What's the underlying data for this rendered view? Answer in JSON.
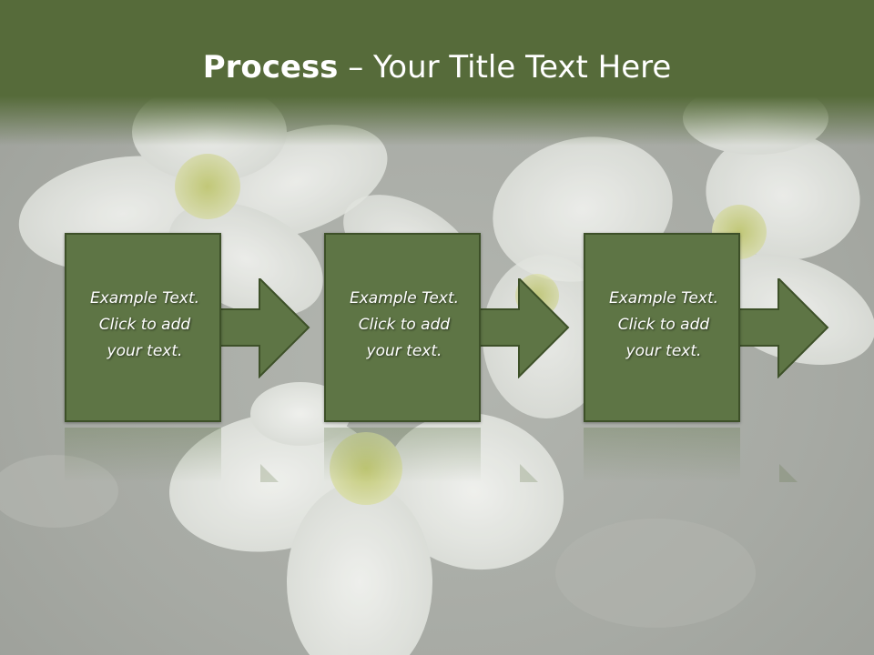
{
  "slide": {
    "title_bold": "Process",
    "title_rest": " – Your Title Text Here"
  },
  "steps": [
    {
      "line1": "Example Text.",
      "line2": "Click  to add",
      "line3": "your text."
    },
    {
      "line1": "Example Text.",
      "line2": "Click  to add",
      "line3": "your text."
    },
    {
      "line1": "Example Text.",
      "line2": "Click  to add",
      "line3": "your text."
    }
  ],
  "colors": {
    "title_band": "#566b3a",
    "box_fill": "#5e7545",
    "box_border": "#3d5028",
    "arrow_fill": "#5e7545",
    "background": "#a9aca6",
    "flower_petal": "#eef0ec",
    "flower_center": "#cfd58a"
  }
}
